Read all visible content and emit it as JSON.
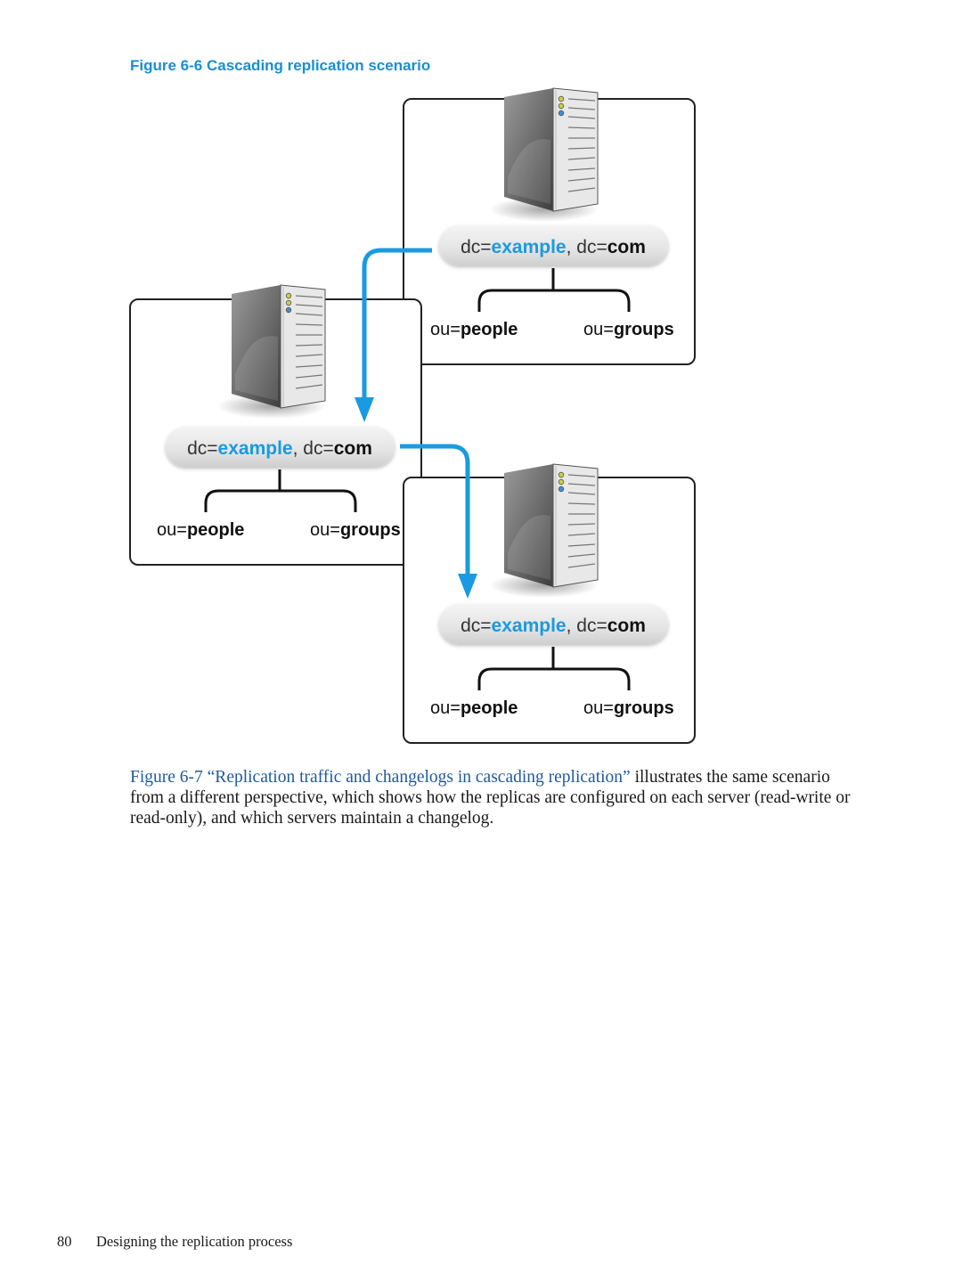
{
  "figure": {
    "caption": "Figure 6-6 Cascading replication scenario",
    "servers": [
      {
        "dc_prefix": "dc=",
        "dc_example": "example",
        "dc_sep": ", dc=",
        "dc_com": "com",
        "ou1_prefix": "ou=",
        "ou1_value": "people",
        "ou2_prefix": "ou=",
        "ou2_value": "groups"
      },
      {
        "dc_prefix": "dc=",
        "dc_example": "example",
        "dc_sep": ", dc=",
        "dc_com": "com",
        "ou1_prefix": "ou=",
        "ou1_value": "people",
        "ou2_prefix": "ou=",
        "ou2_value": "groups"
      },
      {
        "dc_prefix": "dc=",
        "dc_example": "example",
        "dc_sep": ", dc=",
        "dc_com": "com",
        "ou1_prefix": "ou=",
        "ou1_value": "people",
        "ou2_prefix": "ou=",
        "ou2_value": "groups"
      }
    ]
  },
  "body": {
    "xref": "Figure 6-7 “Replication traffic and changelogs in cascading replication”",
    "text": " illustrates the same scenario from a different perspective, which shows how the replicas are configured on each server (read-write or read-only), and which servers maintain a changelog."
  },
  "footer": {
    "page_number": "80",
    "section_title": "Designing the replication process"
  },
  "colors": {
    "accent": "#1a9ae0",
    "caption": "#1a8fd0",
    "xref": "#1f5a9a"
  }
}
